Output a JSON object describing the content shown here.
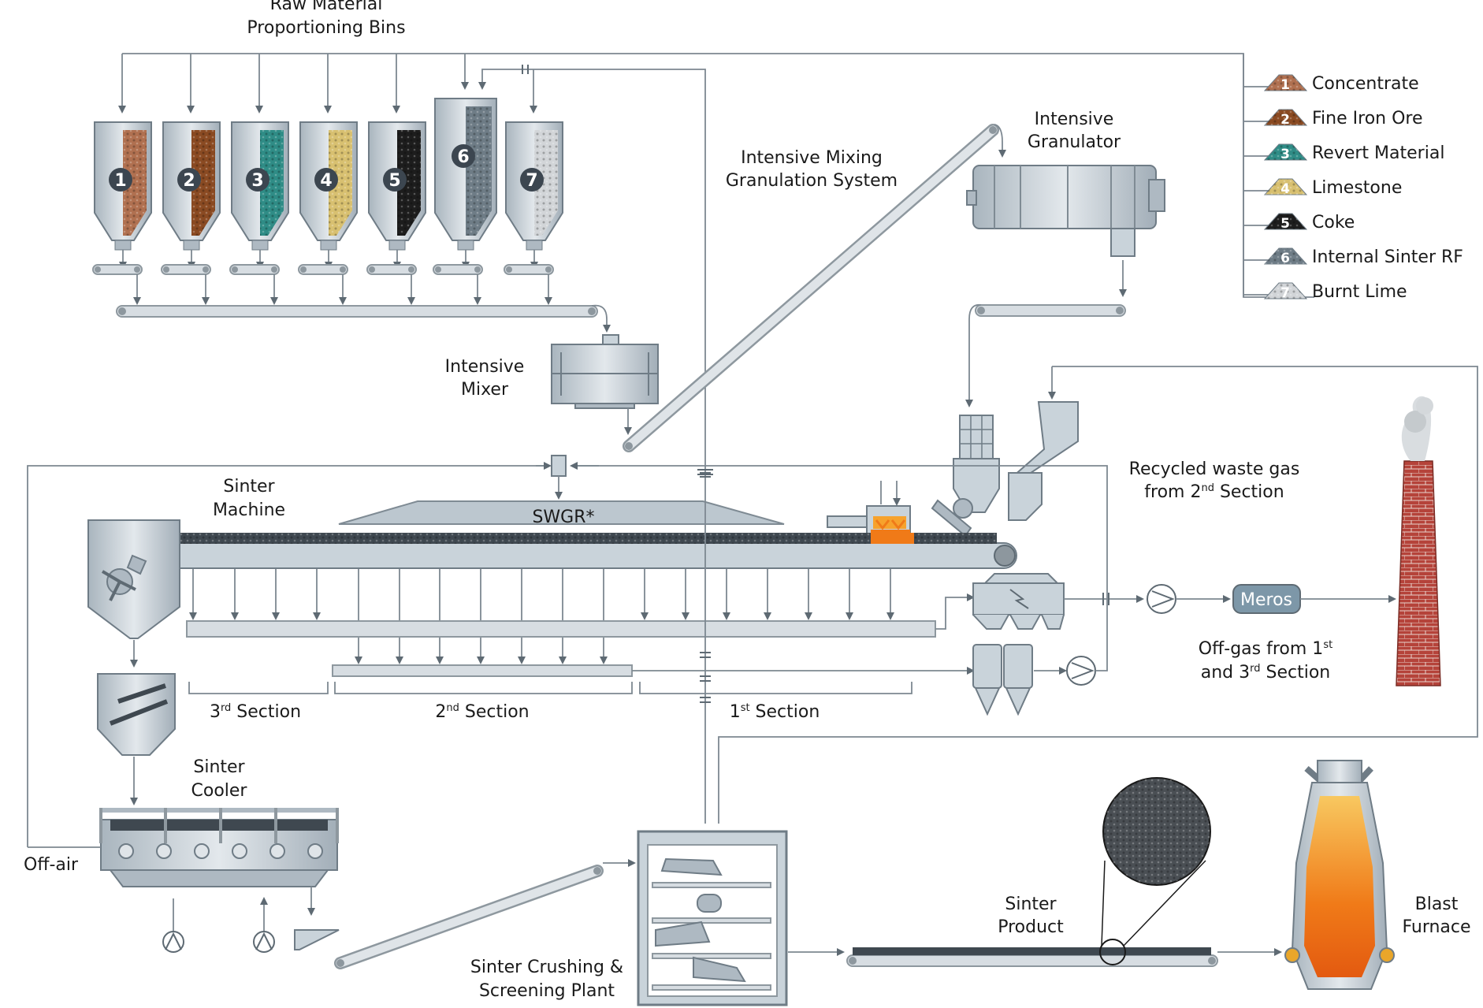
{
  "title": {
    "line1": "Raw Material",
    "line2": "Proportioning Bins"
  },
  "bins": [
    {
      "number": "1",
      "color": "#b07050"
    },
    {
      "number": "2",
      "color": "#8a4a22"
    },
    {
      "number": "3",
      "color": "#2f8c86"
    },
    {
      "number": "4",
      "color": "#d8c070"
    },
    {
      "number": "5",
      "color": "#1d1d1d"
    },
    {
      "number": "6",
      "color": "#6e7c86"
    },
    {
      "number": "7",
      "color": "#d2d5d8"
    }
  ],
  "legend": [
    {
      "number": "1",
      "label": "Concentrate",
      "color": "#b07050"
    },
    {
      "number": "2",
      "label": "Fine Iron Ore",
      "color": "#8a4a22"
    },
    {
      "number": "3",
      "label": "Revert Material",
      "color": "#2f8c86"
    },
    {
      "number": "4",
      "label": "Limestone",
      "color": "#d8c070"
    },
    {
      "number": "5",
      "label": "Coke",
      "color": "#1d1d1d"
    },
    {
      "number": "6",
      "label": "Internal Sinter RF",
      "color": "#6e7c86"
    },
    {
      "number": "7",
      "label": "Burnt Lime",
      "color": "#d2d5d8"
    }
  ],
  "labels": {
    "mixing_system": {
      "line1": "Intensive Mixing",
      "line2": "Granulation System"
    },
    "granulator": {
      "line1": "Intensive",
      "line2": "Granulator"
    },
    "mixer": {
      "line1": "Intensive",
      "line2": "Mixer"
    },
    "sinter_machine": {
      "line1": "Sinter",
      "line2": "Machine"
    },
    "swgr": "SWGR*",
    "recycled": {
      "line1": "Recycled waste gas",
      "line2_pre": "from 2",
      "line2_sup": "nd",
      "line2_post": " Section"
    },
    "meros": "Meros",
    "offgas": {
      "line1_pre": "Off-gas from 1",
      "line1_sup": "st",
      "line2_pre": "and 3",
      "line2_sup": "rd",
      "line2_post": " Section"
    },
    "section3": {
      "pre": "3",
      "sup": "rd",
      "post": " Section"
    },
    "section2": {
      "pre": "2",
      "sup": "nd",
      "post": " Section"
    },
    "section1": {
      "pre": "1",
      "sup": "st",
      "post": " Section"
    },
    "sinter_cooler": {
      "line1": "Sinter",
      "line2": "Cooler"
    },
    "off_air": "Off-air",
    "crushing": {
      "line1": "Sinter Crushing &",
      "line2": "Screening Plant"
    },
    "sinter_product": {
      "line1": "Sinter",
      "line2": "Product"
    },
    "blast_furnace": {
      "line1": "Blast",
      "line2": "Furnace"
    }
  },
  "colors": {
    "steel": "#c9d3da",
    "pipe": "#7d8891",
    "hot": "#f07a18",
    "brick": "#b5433a"
  }
}
